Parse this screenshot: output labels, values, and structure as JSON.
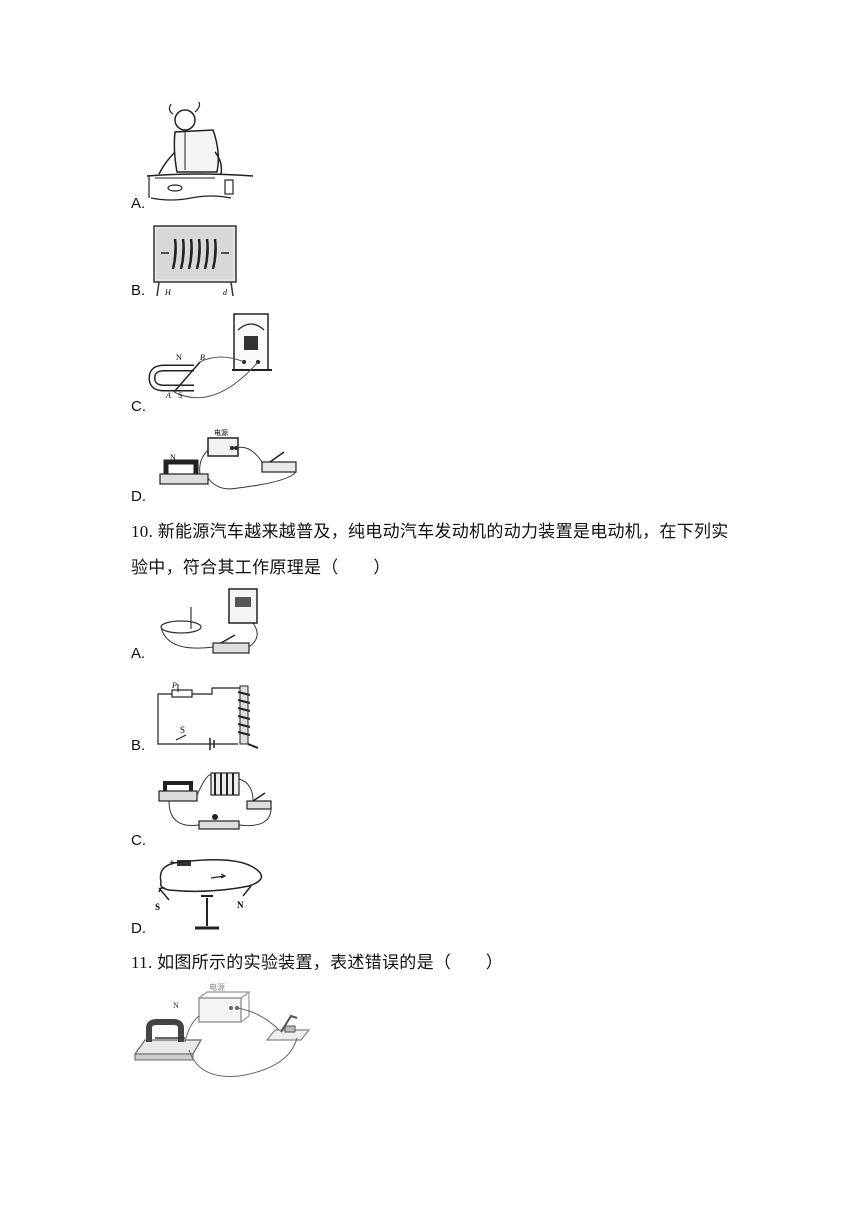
{
  "q9_options": [
    "A.",
    "B.",
    "C.",
    "D."
  ],
  "q10": {
    "stem_line1": "10. 新能源汽车越来越普及，纯电动汽车发动机的动力装置是电动机，在下列实",
    "stem_line2": "验中，符合其工作原理是（　　）",
    "options": [
      "A.",
      "B.",
      "C.",
      "D."
    ]
  },
  "q11": {
    "stem": "11. 如图所示的实验装置，表述错误的是（　　）"
  },
  "figure_labels": {
    "q9b_left": "H",
    "q9b_right": "d",
    "q9c_n": "N",
    "q9c_b": "B",
    "q9c_a": "A",
    "q9c_s": "S",
    "q9d_power": "电源",
    "q9d_n": "N",
    "q10b_p": "P",
    "q10b_s": "S",
    "q10d_plus": "+",
    "q10d_minus": "−",
    "q10d_s": "S",
    "q10d_n": "N",
    "q11_power": "电源",
    "q11_n": "N"
  }
}
